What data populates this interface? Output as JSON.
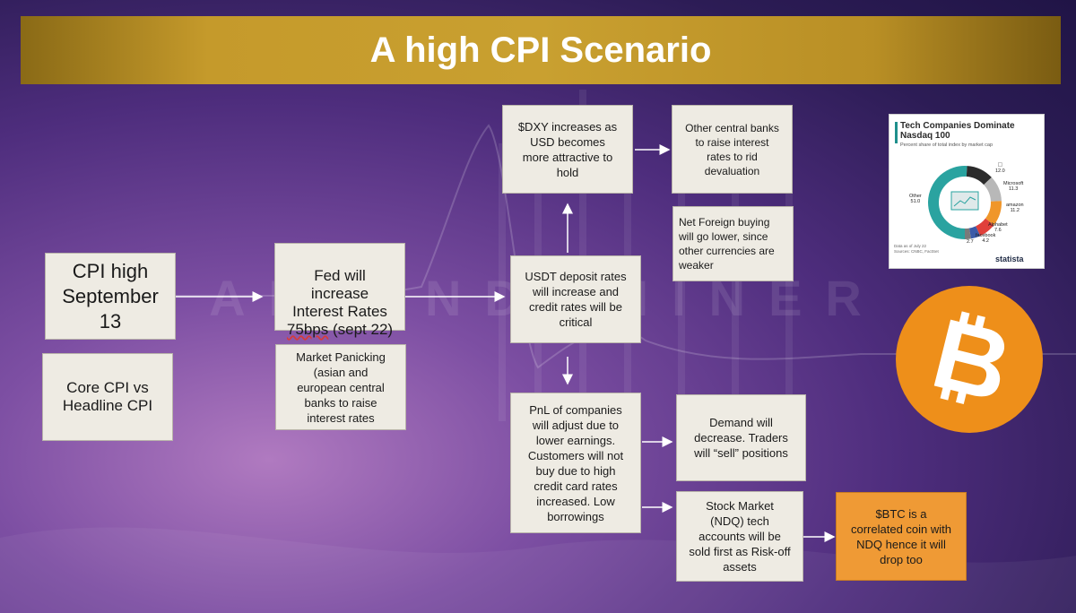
{
  "title": "A high CPI Scenario",
  "watermark": "AIRANDOMINER",
  "boxes": {
    "cpi_high": "CPI high\nSeptember\n13",
    "core_cpi": "Core CPI vs\nHeadline CPI",
    "fed_line1": "Fed will\nincrease\nInterest Rates\n",
    "fed_word": "75bps",
    "fed_rest": " (sept 22)",
    "market_panicking": "Market Panicking\n(asian and\neuropean central\nbanks to raise\ninterest rates",
    "usdt": "USDT deposit rates\nwill increase and\ncredit rates will be\ncritical",
    "dxy": "$DXY increases as\nUSD becomes\nmore attractive to\nhold",
    "other_banks": "Other central banks\nto raise interest\nrates to rid\ndevaluation",
    "net_foreign": "Net Foreign buying\nwill go lower, since\nother currencies are\nweaker",
    "pnl": "PnL of companies\nwill adjust due to\nlower earnings.\nCustomers will not\nbuy due to high\ncredit card rates\nincreased. Low\nborrowings",
    "demand": "Demand will\ndecrease. Traders\nwill “sell” positions",
    "stock_market": "Stock Market\n(NDQ) tech\naccounts will be\nsold first as Risk-off\nassets",
    "btc": "$BTC is a\ncorrelated coin with\nNDQ hence it will\ndrop too"
  },
  "colors": {
    "title_gold": "#c9a030",
    "box_fill": "#eeebe3",
    "box_highlight": "#ef9a35",
    "bitcoin_orange": "#ee8f1a"
  },
  "icons": {
    "bitcoin": "bitcoin-logo"
  },
  "inset": {
    "title": "Tech Companies Dominate Nasdaq 100",
    "subtitle": "Percent share of total index by market cap",
    "source": "Data as of July 22\nSources: CNBC, FactSet",
    "brand": "statista",
    "slices": [
      {
        "name": "Other",
        "value": "51.0",
        "color": "#2aa3a0"
      },
      {
        "name": "Apple",
        "value": "12.0",
        "color": "#2b2b2b"
      },
      {
        "name": "Microsoft",
        "value": "11.3",
        "color": "#b8b8b8"
      },
      {
        "name": "amazon",
        "value": "11.2",
        "color": "#f0962a"
      },
      {
        "name": "Alphabet",
        "value": "7.6",
        "color": "#e0403a"
      },
      {
        "name": "facebook",
        "value": "4.2",
        "color": "#3b5ba8"
      },
      {
        "name": "",
        "value": "2.7",
        "color": "#7a7a7a"
      }
    ]
  }
}
